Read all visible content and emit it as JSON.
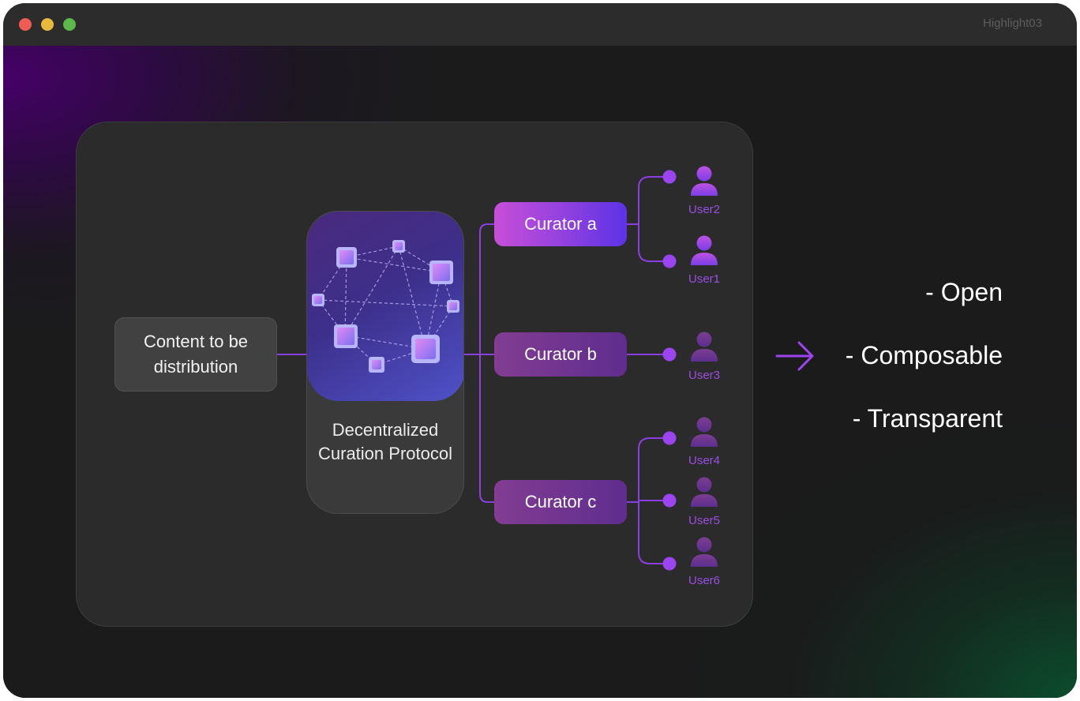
{
  "window": {
    "title": "Highlight03"
  },
  "diagram": {
    "source": "Content to be distribution",
    "protocol": "Decentralized Curation Protocol",
    "curators": [
      {
        "label": "Curator a",
        "users": [
          "User2",
          "User1"
        ]
      },
      {
        "label": "Curator b",
        "users": [
          "User3"
        ]
      },
      {
        "label": "Curator c",
        "users": [
          "User4",
          "User5",
          "User6"
        ]
      }
    ]
  },
  "features": [
    "- Open",
    "- Composable",
    "- Transparent"
  ],
  "colors": {
    "accent": "#9b45f0",
    "curator_active": "#b84ddc",
    "curator_inactive": "#74358f",
    "user_label": "#9a4ee0"
  },
  "icons": [
    "user-icon",
    "arrow-right-icon",
    "network-node-icon"
  ]
}
